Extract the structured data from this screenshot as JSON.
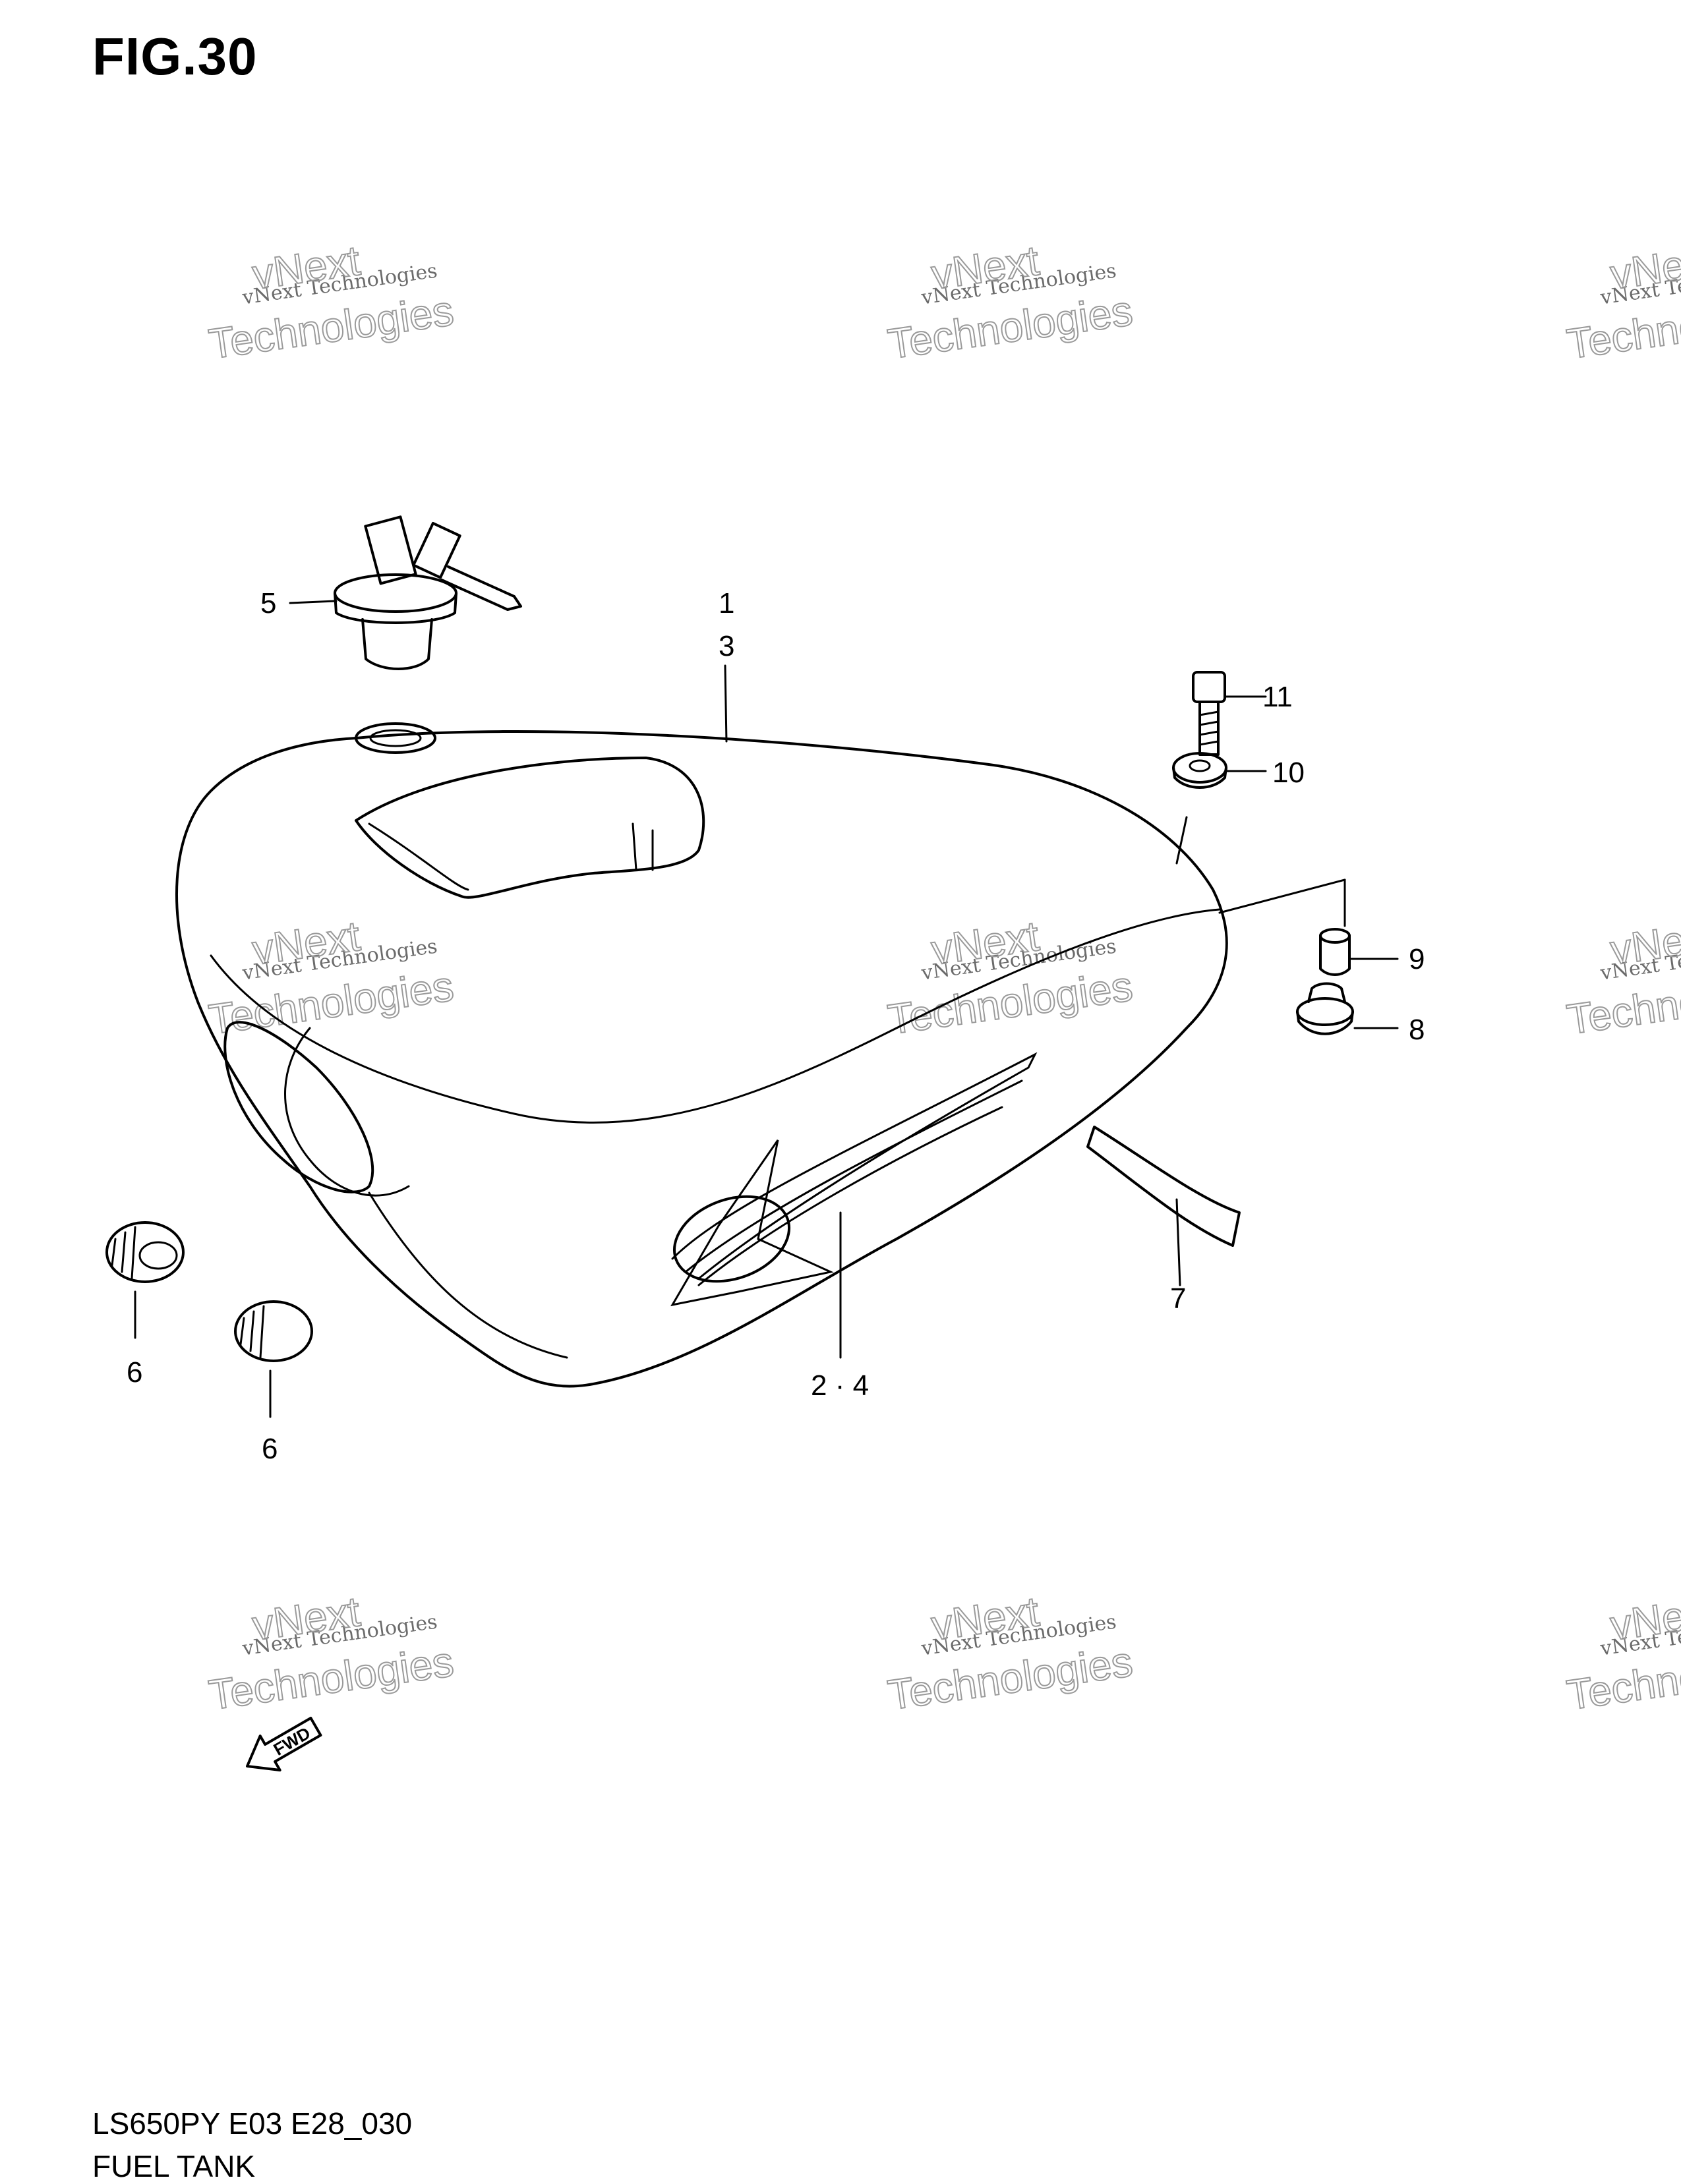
{
  "figure": {
    "title": "FIG.30"
  },
  "watermark": {
    "line1": "vNext Technologies",
    "line2": "vNext",
    "line3": "Technologies"
  },
  "callouts": {
    "c1_3": "1\n3",
    "c1": "1",
    "c3": "3",
    "c2_4": "2 · 4",
    "c5": "5",
    "c6a": "6",
    "c6b": "6",
    "c7": "7",
    "c8": "8",
    "c9": "9",
    "c10": "10",
    "c11": "11"
  },
  "fwd_marker": "FWD",
  "footer": {
    "model_code": "LS650PY E03 E28_030",
    "section_name": "FUEL TANK"
  }
}
